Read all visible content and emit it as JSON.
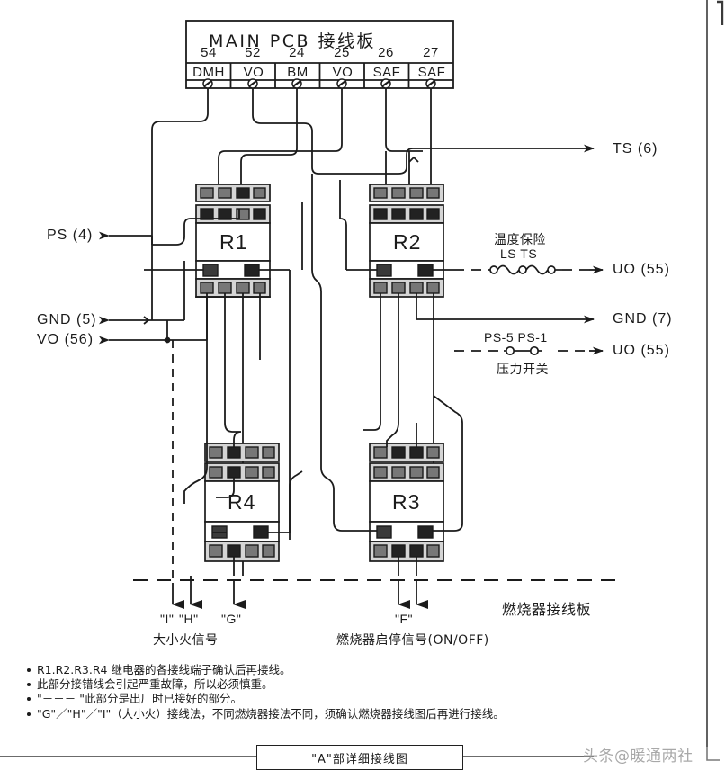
{
  "page": {
    "title": "\"A\"部详细接线图",
    "watermark": "头条@暖通两社"
  },
  "pcb": {
    "title": "MAIN  PCB  接线板",
    "terminals": [
      {
        "number": "54",
        "name": "DMH"
      },
      {
        "number": "52",
        "name": "VO"
      },
      {
        "number": "24",
        "name": "BM"
      },
      {
        "number": "25",
        "name": "VO"
      },
      {
        "number": "26",
        "name": "SAF"
      },
      {
        "number": "27",
        "name": "SAF"
      }
    ]
  },
  "relays": [
    {
      "id": "R1"
    },
    {
      "id": "R2"
    },
    {
      "id": "R4"
    },
    {
      "id": "R3"
    }
  ],
  "left_labels": [
    {
      "text": "PS  (4)"
    },
    {
      "text": "GND  (5)"
    },
    {
      "text": "VO  (56)"
    }
  ],
  "right_labels": [
    {
      "text": "TS  (6)"
    },
    {
      "text": "UO  (55)"
    },
    {
      "text": "GND  (7)"
    },
    {
      "text": "UO  (55)"
    }
  ],
  "annotations": {
    "temp_fuse_cn": "温度保险",
    "temp_fuse_tags": "LS  TS",
    "pressure_tags": "PS-5 PS-1",
    "pressure_cn": "压力开关",
    "burner_board_cn": "燃烧器接线板"
  },
  "bottom_terminals": {
    "group_a": [
      "\"I\"",
      "\"H\"",
      "\"G\""
    ],
    "group_a_caption": "大小火信号",
    "group_b": [
      "\"F\""
    ],
    "group_b_caption": "燃烧器启停信号(ON/OFF)"
  },
  "notes": [
    "R1.R2.R3.R4  继电器的各接线端子确认后再接线。",
    "此部分接错线会引起严重故障，所以必须慎重。",
    "\"－－－      \"此部分是出厂时已接好的部分。",
    "\"G\"／\"H\"／\"I\"（大小火）接线法，不同燃烧器接法不同，须确认燃烧器接线图后再进行接线。"
  ],
  "colors": {
    "line": "#1b1b1b",
    "fill_socket": "#d5d5d5",
    "background": "#ffffff"
  }
}
